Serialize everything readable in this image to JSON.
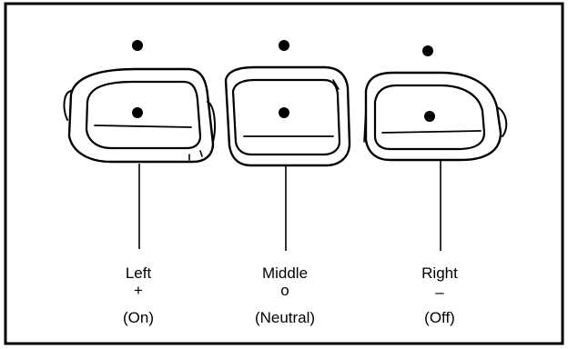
{
  "buttons": [
    {
      "name": "Left",
      "symbol": "+",
      "state": "(On)"
    },
    {
      "name": "Middle",
      "symbol": "o",
      "state": "(Neutral)"
    },
    {
      "name": "Right",
      "symbol": "–",
      "state": "(Off)"
    }
  ]
}
